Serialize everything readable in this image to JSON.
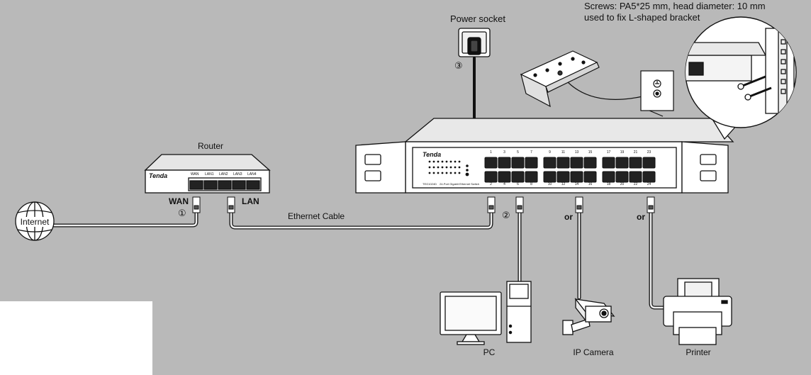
{
  "screws_note": {
    "line1": "Screws: PA5*25 mm, head diameter: 10 mm",
    "line2": "used to fix L-shaped bracket"
  },
  "labels": {
    "power_socket": "Power socket",
    "router": "Router",
    "internet": "Internet",
    "wan": "WAN",
    "lan": "LAN",
    "ethernet_cable": "Ethernet Cable",
    "or_1": "or",
    "or_2": "or",
    "pc": "PC",
    "ip_camera": "IP Camera",
    "printer": "Printer"
  },
  "steps": {
    "one": "①",
    "two": "②",
    "three": "③"
  },
  "router_device": {
    "brand": "Tenda",
    "ports": [
      "WAN",
      "LAN1",
      "LAN2",
      "LAN3",
      "LAN4"
    ]
  },
  "switch_device": {
    "brand": "Tenda",
    "model": "TEG1024D",
    "description": "24-Port Gigabit Ethernet Switch",
    "top_port_numbers": [
      "1",
      "3",
      "5",
      "7",
      "9",
      "11",
      "13",
      "15",
      "17",
      "19",
      "21",
      "23"
    ],
    "bottom_port_numbers": [
      "2",
      "4",
      "6",
      "8",
      "10",
      "12",
      "14",
      "16",
      "18",
      "20",
      "22",
      "24"
    ]
  },
  "colors": {
    "background": "#b9b9b9",
    "device": "#ffffff",
    "line": "#111111",
    "port": "#222222"
  }
}
